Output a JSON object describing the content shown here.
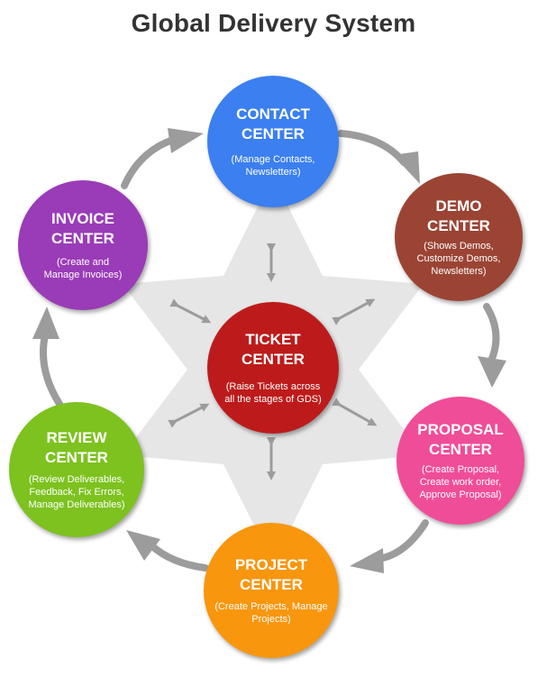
{
  "title": "Global Delivery System",
  "colors": {
    "contact": "#3b7ff0",
    "demo": "#9b4434",
    "proposal": "#f04d98",
    "project": "#f8960e",
    "review": "#7dc21f",
    "invoice": "#9a3bb8",
    "ticket": "#bd1b1b",
    "star": "#e6e6e6",
    "arrow": "#9c9c9c"
  },
  "nodes": {
    "contact": {
      "title": "CONTACT\nCENTER",
      "desc": "(Manage Contacts,\nNewsletters)"
    },
    "demo": {
      "title": "DEMO\nCENTER",
      "desc": "(Shows Demos,\nCustomize Demos,\nNewsletters)"
    },
    "proposal": {
      "title": "PROPOSAL\nCENTER",
      "desc": "(Create Proposal,\nCreate work order,\nApprove Proposal)"
    },
    "project": {
      "title": "PROJECT\nCENTER",
      "desc": "(Create Projects, Manage\nProjects)"
    },
    "review": {
      "title": "REVIEW\nCENTER",
      "desc": "(Review Deliverables,\nFeedback, Fix Errors,\nManage Deliverables)"
    },
    "invoice": {
      "title": "INVOICE\nCENTER",
      "desc": "(Create and\nManage Invoices)"
    },
    "ticket": {
      "title": "TICKET\nCENTER",
      "desc": "(Raise Tickets across\nall the stages of GDS)"
    }
  }
}
